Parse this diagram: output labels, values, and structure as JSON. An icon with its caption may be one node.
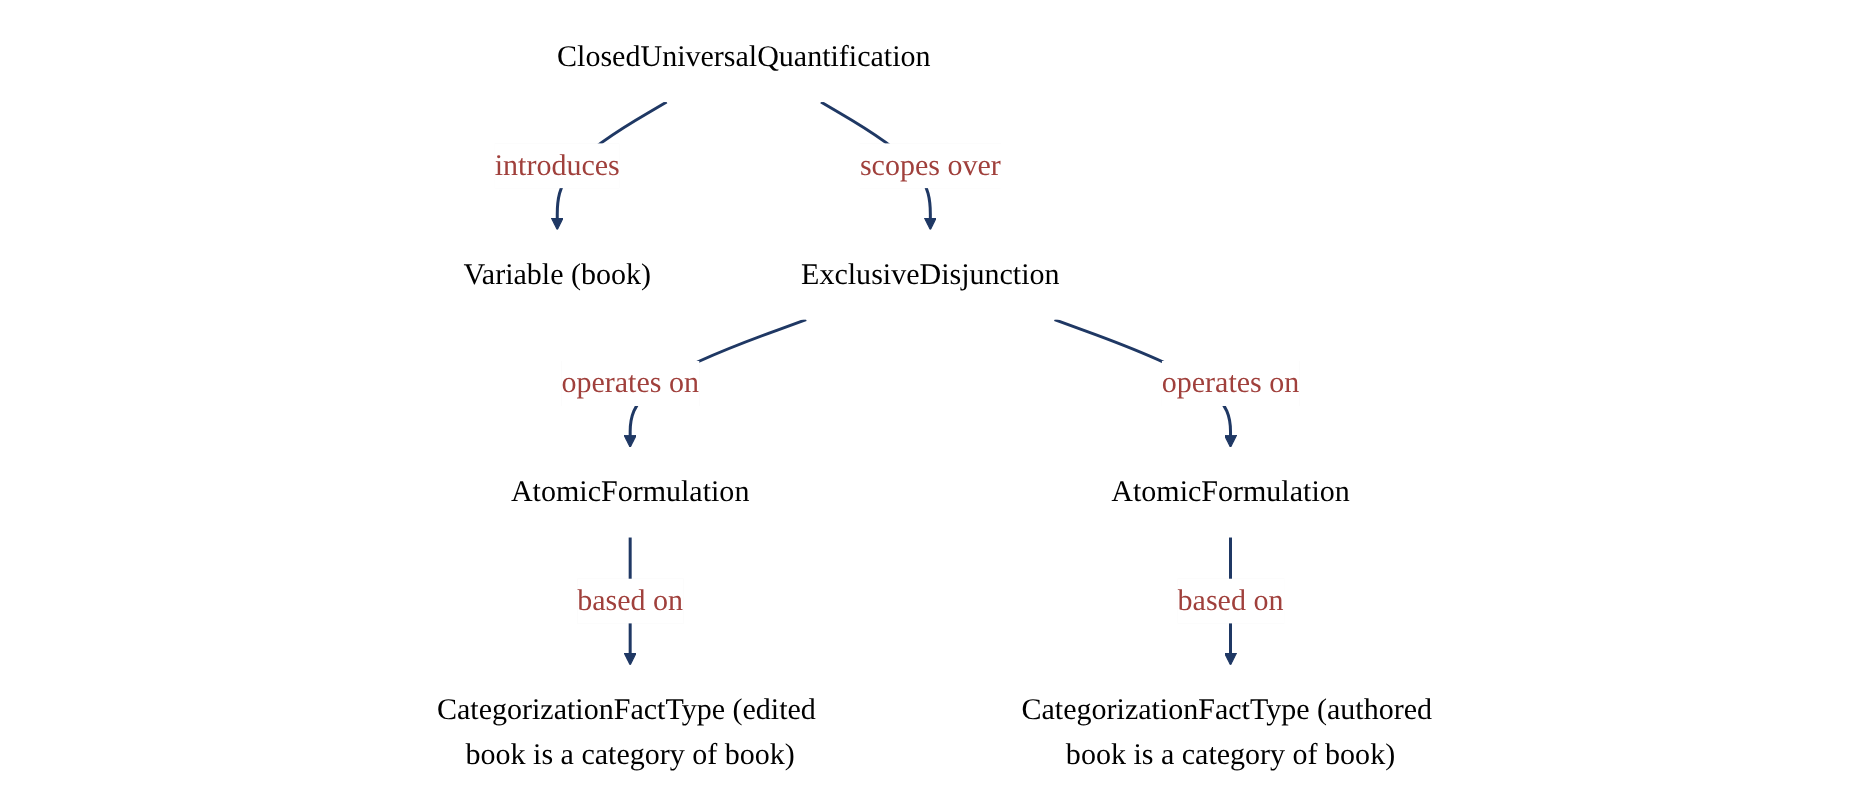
{
  "diagram": {
    "nodes": [
      {
        "text": [
          "ClosedUniversalQuantification"
        ]
      },
      {
        "text": [
          "Variable (book)"
        ]
      },
      {
        "text": [
          "ExclusiveDisjunction"
        ]
      },
      {
        "text": [
          "AtomicFormulation"
        ]
      },
      {
        "text": [
          "AtomicFormulation"
        ]
      },
      {
        "text": [
          "CategorizationFactType (edited book is a category of book)"
        ]
      },
      {
        "text": [
          "CategorizationFactType (authored book is a category of book)"
        ]
      }
    ],
    "edges": [
      {
        "from": 0,
        "to": 1,
        "arrow": "to",
        "label": "introduces"
      },
      {
        "from": 0,
        "to": 2,
        "arrow": "to",
        "label": "scopes over"
      },
      {
        "from": 2,
        "to": 3,
        "arrow": "to",
        "label": "operates on"
      },
      {
        "from": 2,
        "to": 4,
        "arrow": "to",
        "label": "operates on"
      },
      {
        "from": 3,
        "to": 5,
        "arrow": "to",
        "label": "based on"
      },
      {
        "from": 4,
        "to": 6,
        "arrow": "to",
        "label": "based on"
      }
    ]
  }
}
